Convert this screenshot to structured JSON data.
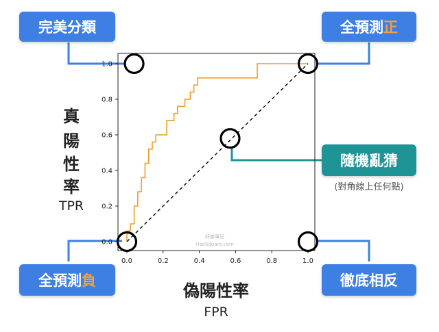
{
  "chart_data": {
    "type": "line",
    "x_ticks": [
      "0.0",
      "0.2",
      "0.4",
      "0.6",
      "0.8",
      "1.0"
    ],
    "y_ticks": [
      "0.0",
      "0.2",
      "0.4",
      "0.6",
      "0.8",
      "1.0"
    ],
    "xlim": [
      0,
      1
    ],
    "ylim": [
      0,
      1
    ],
    "grid": false,
    "series": [
      {
        "color": "#f39c2c",
        "style": "step",
        "x": [
          0.0,
          0.0,
          0.02,
          0.02,
          0.04,
          0.04,
          0.06,
          0.06,
          0.08,
          0.08,
          0.1,
          0.1,
          0.12,
          0.12,
          0.14,
          0.14,
          0.16,
          0.16,
          0.18,
          0.18,
          0.22,
          0.22,
          0.26,
          0.26,
          0.28,
          0.28,
          0.32,
          0.32,
          0.35,
          0.35,
          0.37,
          0.37,
          0.39,
          0.39,
          0.43,
          0.43,
          0.72,
          0.72,
          1.0
        ],
        "y": [
          0.0,
          0.06,
          0.06,
          0.1,
          0.1,
          0.2,
          0.2,
          0.28,
          0.28,
          0.36,
          0.36,
          0.44,
          0.44,
          0.52,
          0.52,
          0.56,
          0.56,
          0.6,
          0.6,
          0.6,
          0.6,
          0.68,
          0.68,
          0.72,
          0.72,
          0.76,
          0.76,
          0.8,
          0.8,
          0.84,
          0.84,
          0.88,
          0.88,
          0.92,
          0.92,
          0.92,
          0.92,
          1.0,
          1.0
        ]
      },
      {
        "color": "#000000",
        "style": "dashed",
        "x": [
          0,
          1
        ],
        "y": [
          0,
          1
        ]
      }
    ],
    "markers": [
      {
        "x": 0.04,
        "y": 1.0
      },
      {
        "x": 1.0,
        "y": 1.0
      },
      {
        "x": 0.57,
        "y": 0.58
      },
      {
        "x": 0.0,
        "y": 0.0
      },
      {
        "x": 1.0,
        "y": 0.0
      }
    ],
    "watermark": [
      "好麥筆記",
      "HaoSquare.com"
    ]
  },
  "labels": {
    "perfect": "完美分類",
    "all_pos_main": "全預測",
    "all_pos_hl": "正",
    "guess": "隨機亂猜",
    "guess_note": "(對角線上任何點)",
    "all_neg_main": "全預測",
    "all_neg_hl": "負",
    "opposite": "徹底相反",
    "ylabel_chars": [
      "真",
      "陽",
      "性",
      "率"
    ],
    "ylabel_en": "TPR",
    "xlabel": "偽陽性率",
    "xlabel_en": "FPR"
  },
  "colors": {
    "callout_blue": "#3d7fe3",
    "callout_teal": "#1f9497",
    "highlight": "#f5a13a",
    "roc_curve": "#f39c2c"
  }
}
